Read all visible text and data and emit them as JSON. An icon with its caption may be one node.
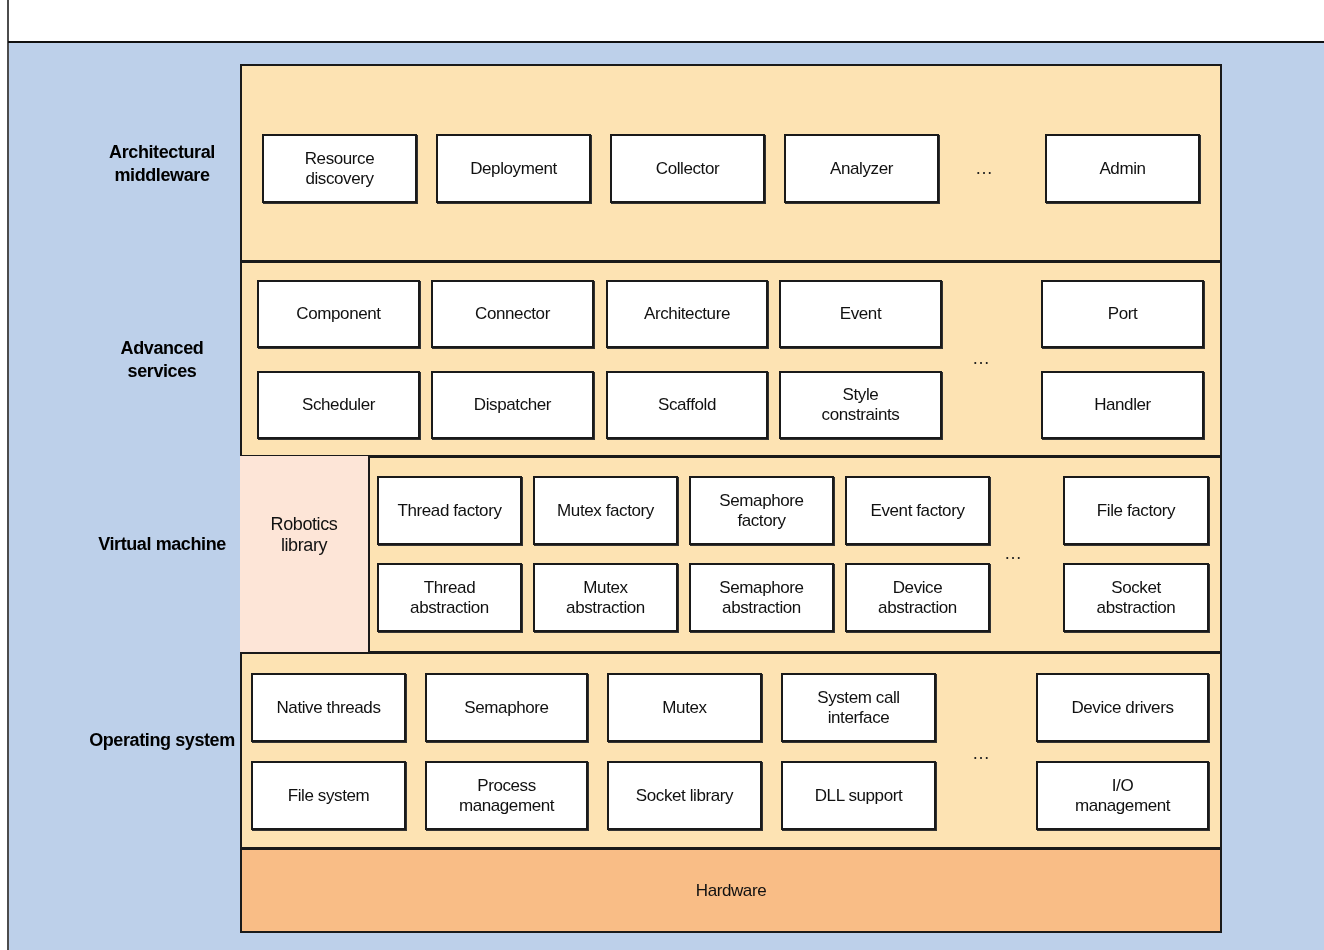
{
  "diagram": {
    "nodes": [
      {
        "text": [
          "Architectural middleware"
        ]
      },
      {
        "text": [
          "Resource discovery"
        ],
        "in": 0
      },
      {
        "text": [
          "Deployment"
        ],
        "in": 0
      },
      {
        "text": [
          "Collector"
        ],
        "in": 0
      },
      {
        "text": [
          "Analyzer"
        ],
        "in": 0
      },
      {
        "text": [
          "Admin"
        ],
        "in": 0
      },
      {
        "text": [
          "Advanced services"
        ]
      },
      {
        "text": [
          "Component"
        ],
        "in": 6
      },
      {
        "text": [
          "Connector"
        ],
        "in": 6
      },
      {
        "text": [
          "Architecture"
        ],
        "in": 6
      },
      {
        "text": [
          "Event"
        ],
        "in": 6
      },
      {
        "text": [
          "Port"
        ],
        "in": 6
      },
      {
        "text": [
          "Scheduler"
        ],
        "in": 6
      },
      {
        "text": [
          "Dispatcher"
        ],
        "in": 6
      },
      {
        "text": [
          "Scaffold"
        ],
        "in": 6
      },
      {
        "text": [
          "Style constraints"
        ],
        "in": 6
      },
      {
        "text": [
          "Handler"
        ],
        "in": 6
      },
      {
        "text": [
          "Virtual machine"
        ]
      },
      {
        "text": [
          "Robotics library"
        ],
        "in": 17
      },
      {
        "text": [
          "Thread factory"
        ],
        "in": 17
      },
      {
        "text": [
          "Mutex factory"
        ],
        "in": 17
      },
      {
        "text": [
          "Semaphore factory"
        ],
        "in": 17
      },
      {
        "text": [
          "Event factory"
        ],
        "in": 17
      },
      {
        "text": [
          "File factory"
        ],
        "in": 17
      },
      {
        "text": [
          "Thread abstraction"
        ],
        "in": 17
      },
      {
        "text": [
          "Mutex abstraction"
        ],
        "in": 17
      },
      {
        "text": [
          "Semaphore abstraction"
        ],
        "in": 17
      },
      {
        "text": [
          "Device abstraction"
        ],
        "in": 17
      },
      {
        "text": [
          "Socket abstraction"
        ],
        "in": 17
      },
      {
        "text": [
          "Operating system"
        ]
      },
      {
        "text": [
          "Native threads"
        ],
        "in": 29
      },
      {
        "text": [
          "Semaphore"
        ],
        "in": 29
      },
      {
        "text": [
          "Mutex"
        ],
        "in": 29
      },
      {
        "text": [
          "System call interface"
        ],
        "in": 29
      },
      {
        "text": [
          "Device drivers"
        ],
        "in": 29
      },
      {
        "text": [
          "File system"
        ],
        "in": 29
      },
      {
        "text": [
          "Process management"
        ],
        "in": 29
      },
      {
        "text": [
          "Socket library"
        ],
        "in": 29
      },
      {
        "text": [
          "DLL support"
        ],
        "in": 29
      },
      {
        "text": [
          "I/O management"
        ],
        "in": 29
      },
      {
        "text": [
          "Hardware"
        ]
      }
    ],
    "labels": [
      "…",
      "…",
      "…",
      "…"
    ]
  }
}
